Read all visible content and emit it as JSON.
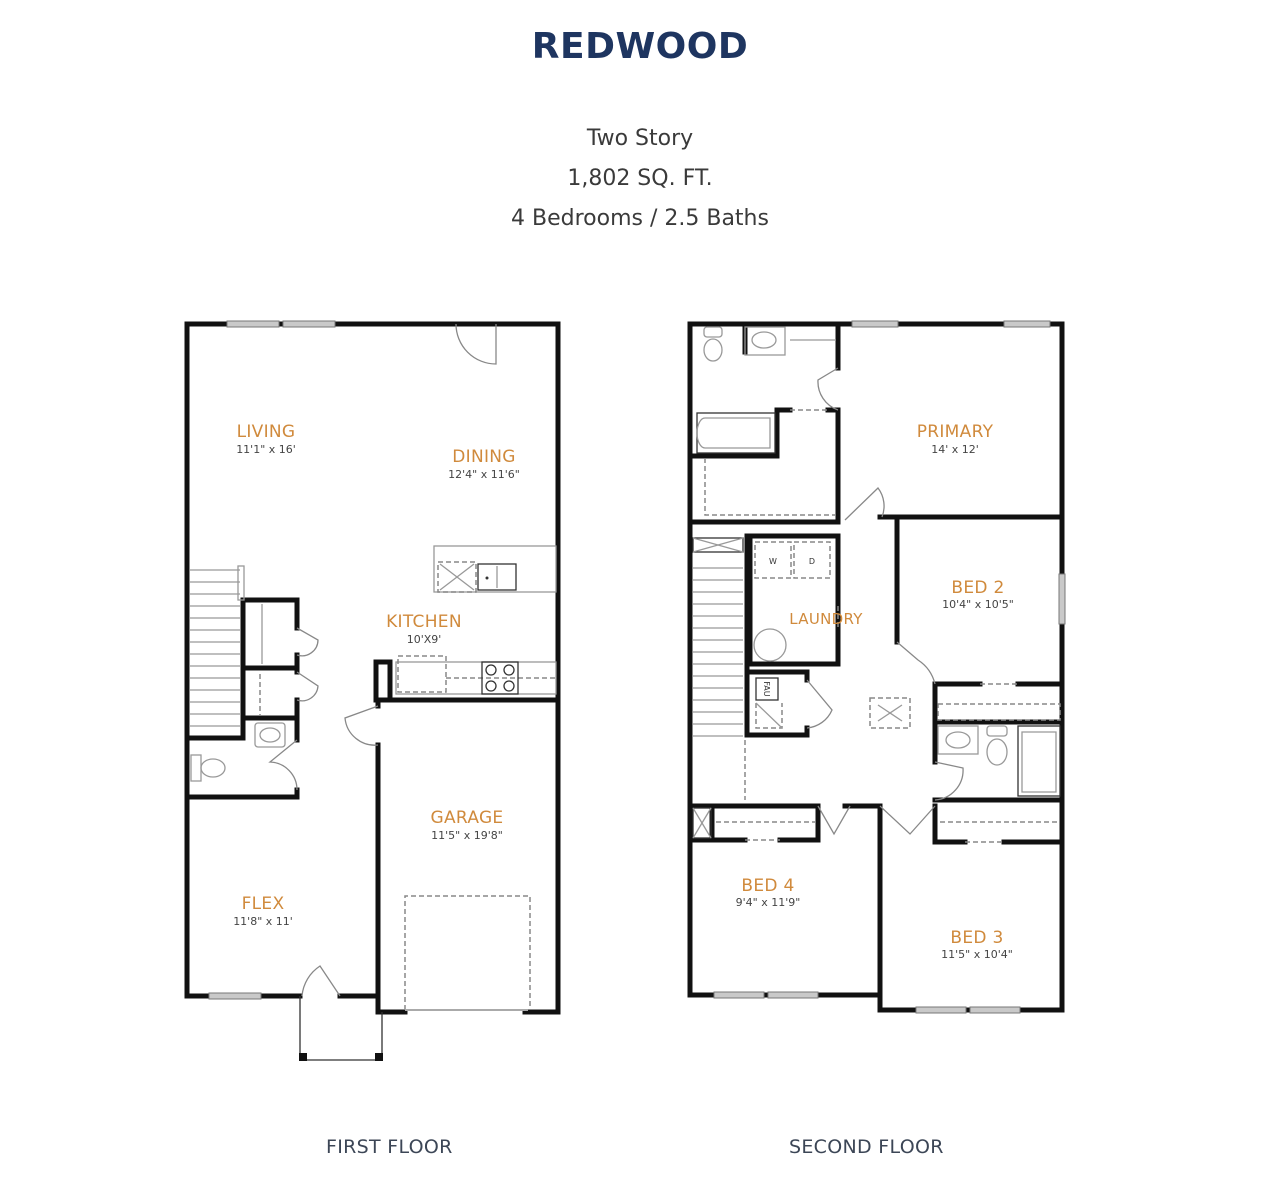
{
  "header": {
    "title": "REDWOOD",
    "style": "Two Story",
    "area": "1,802 SQ. FT.",
    "beds_baths": "4 Bedrooms / 2.5 Baths"
  },
  "colors": {
    "title": "#1e3560",
    "room_label": "#d08a3c",
    "dimension": "#444444",
    "wall": "#111111"
  },
  "first_floor": {
    "caption": "FIRST FLOOR",
    "rooms": [
      {
        "name": "LIVING",
        "dims": "11'1\" x 16'"
      },
      {
        "name": "DINING",
        "dims": "12'4\" x 11'6\""
      },
      {
        "name": "KITCHEN",
        "dims": "10'X9'"
      },
      {
        "name": "GARAGE",
        "dims": "11'5\" x 19'8\""
      },
      {
        "name": "FLEX",
        "dims": "11'8\" x 11'"
      }
    ]
  },
  "second_floor": {
    "caption": "SECOND FLOOR",
    "rooms": [
      {
        "name": "PRIMARY",
        "dims": "14' x 12'"
      },
      {
        "name": "BED 2",
        "dims": "10'4\" x 10'5\""
      },
      {
        "name": "LAUNDRY",
        "dims": ""
      },
      {
        "name": "BED 4",
        "dims": "9'4\" x 11'9\""
      },
      {
        "name": "BED 3",
        "dims": "11'5\" x 10'4\""
      }
    ],
    "fixtures": {
      "washer": "W",
      "dryer": "D",
      "furnace": "FAU"
    }
  }
}
